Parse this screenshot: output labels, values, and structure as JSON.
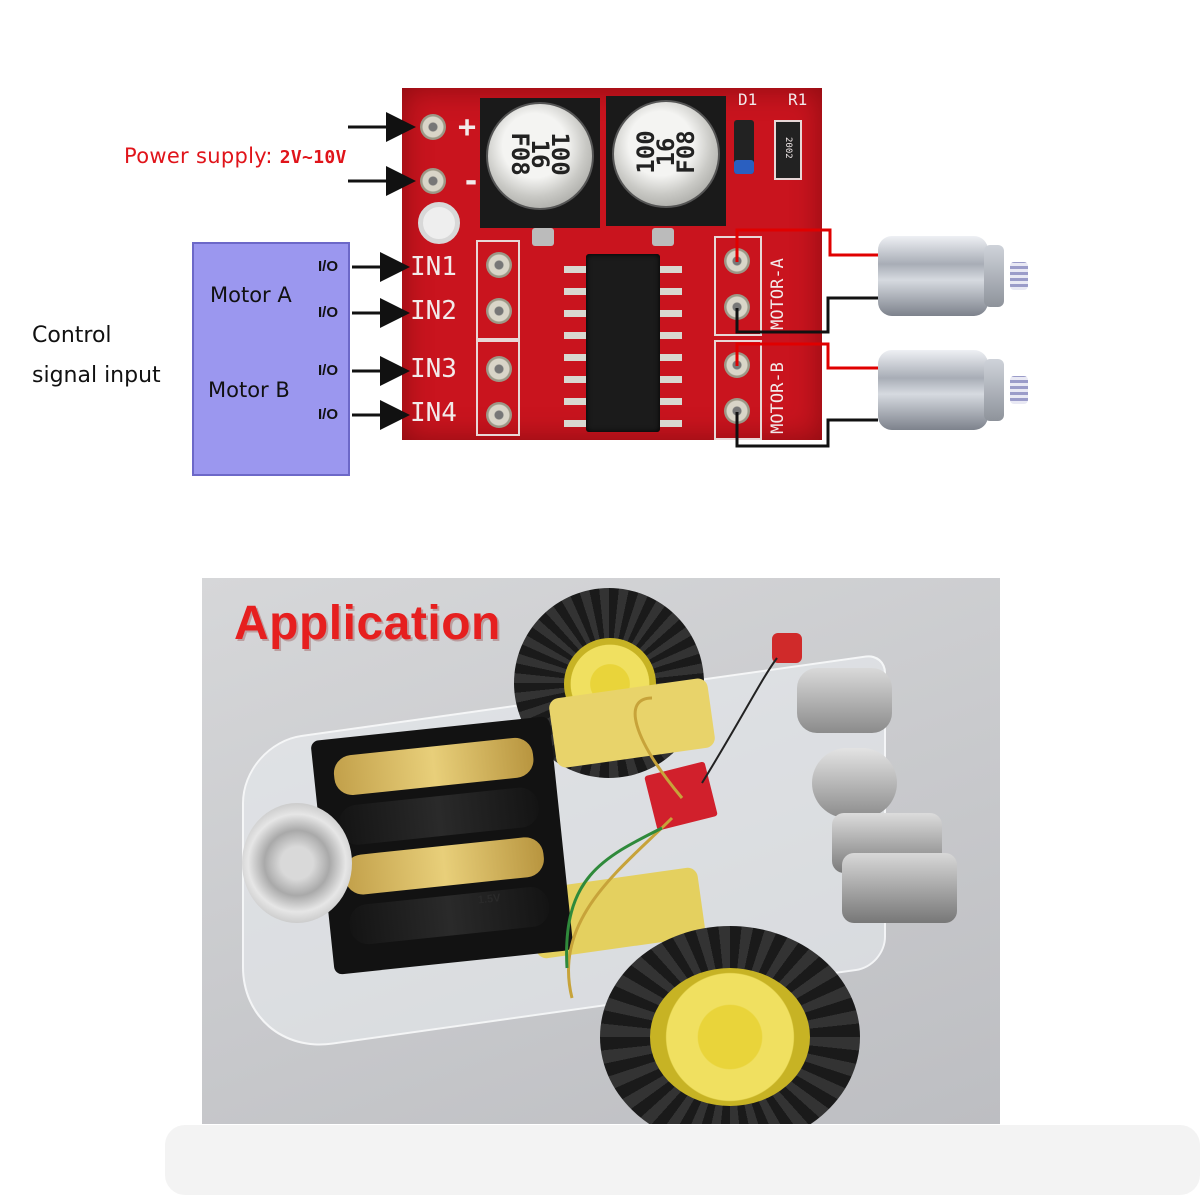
{
  "diagram": {
    "power_label": "Power supply:",
    "power_voltage": "2V~10V",
    "control_line1": "Control",
    "control_line2": "signal input",
    "motor_a_label": "Motor A",
    "motor_b_label": "Motor B",
    "io_labels": [
      "I/O",
      "I/O",
      "I/O",
      "I/O"
    ],
    "pcb": {
      "plus": "+",
      "minus": "-",
      "inputs": [
        "IN1",
        "IN2",
        "IN3",
        "IN4"
      ],
      "d1": "D1",
      "r1": "R1",
      "motor_a": "MOTOR-A",
      "motor_b": "MOTOR-B",
      "cap_text": [
        "100",
        "16",
        "F08"
      ],
      "resistor_text": "2002"
    }
  },
  "photo": {
    "title": "Application",
    "battery_label": "1.5V"
  },
  "colors": {
    "pcb": "#c9141e",
    "control_box": "#9b97ef",
    "title_red": "#e61f1f",
    "wire_red": "#e00000",
    "wire_black": "#111111"
  }
}
